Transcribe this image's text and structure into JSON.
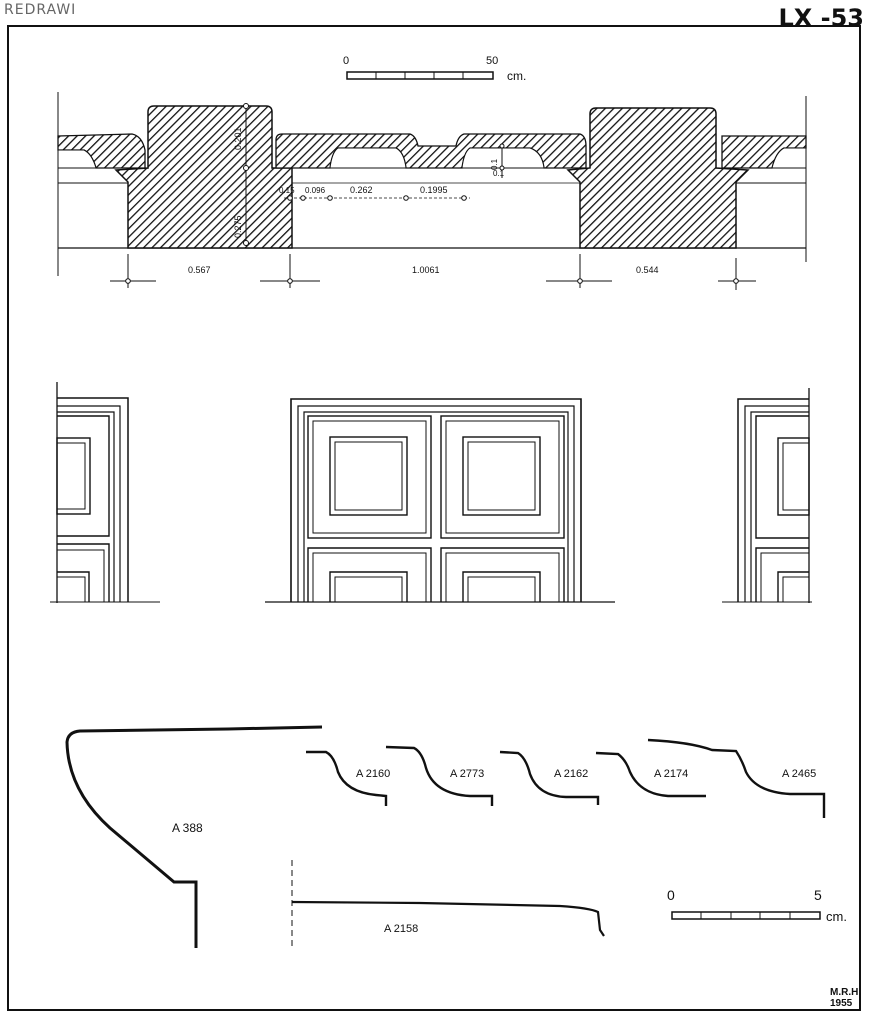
{
  "sheet": {
    "corner_label": "REDRAWI",
    "plate_number": "LX -53",
    "signature": [
      "M.R.H.",
      "1955"
    ]
  },
  "scale_top": {
    "start": "0",
    "end": "50",
    "unit": "cm."
  },
  "scale_bottom": {
    "start": "0",
    "end": "5",
    "unit": "cm."
  },
  "section": {
    "vertical_dims": [
      "0.201",
      "0.275",
      "0.1",
      "0.1"
    ],
    "small_dims": [
      "0.15",
      "0.096",
      "0.262",
      "0.1995"
    ],
    "bottom_dims": [
      "0.567",
      "1.0061",
      "0.544"
    ]
  },
  "profiles": {
    "large": "A 388",
    "small": [
      "A 2160",
      "A 2773",
      "A 2162",
      "A 2174",
      "A 2465"
    ],
    "long": "A 2158"
  }
}
